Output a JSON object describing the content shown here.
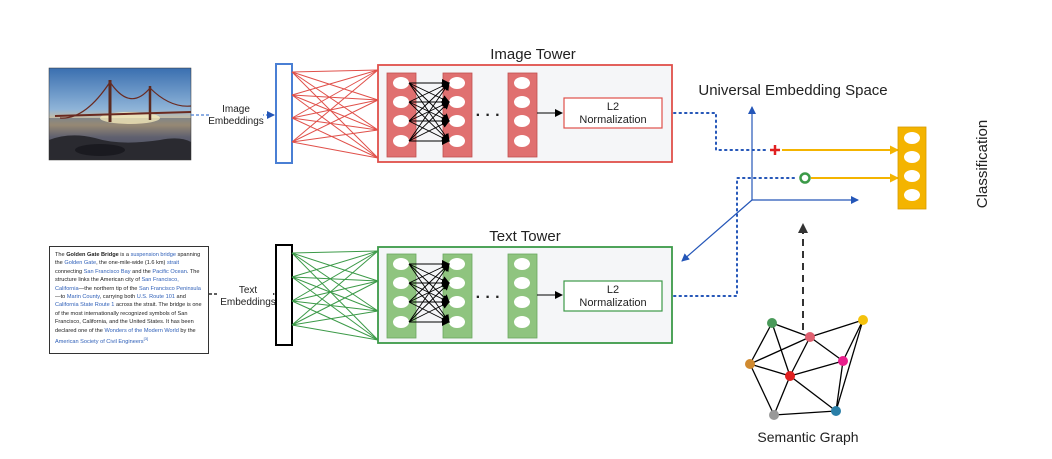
{
  "labels": {
    "image_tower": "Image Tower",
    "text_tower": "Text Tower",
    "universal_space": "Universal Embedding Space",
    "classification": "Classification",
    "semantic_graph": "Semantic Graph",
    "image_embeddings_1": "Image",
    "image_embeddings_2": "Embeddings",
    "text_embeddings_1": "Text",
    "text_embeddings_2": "Embeddings",
    "l2_line1": "L2",
    "l2_line2": "Normalization",
    "ellipsis": "· · ·"
  },
  "wiki_text": {
    "s1": "The ",
    "title": "Golden Gate Bridge",
    "s2": " is a ",
    "l1": "suspension bridge",
    "s3": " spanning the ",
    "l2": "Golden Gate",
    "s4": ", the one-mile-wide (1.6 km) ",
    "l3": "strait",
    "s5": " connecting ",
    "l4": "San Francisco Bay",
    "s6": " and the ",
    "l5": "Pacific Ocean",
    "s7": ". The structure links the American city of ",
    "l6": "San Francisco, California",
    "s8": "—the northern tip of the ",
    "l7": "San Francisco Peninsula",
    "s9": "—to ",
    "l8": "Marin County",
    "s10": ", carrying both ",
    "l9": "U.S. Route 101",
    "s11": " and ",
    "l10": "California State Route 1",
    "s12": " across the strait. The bridge is one of the most internationally recognized symbols of San Francisco, California, and the United States. It has been declared one of the ",
    "l11": "Wonders of the Modern World",
    "s13": " by the ",
    "l12": "American Society of Civil Engineers",
    "ref": "[3]"
  },
  "colors": {
    "image_red": "#e0504a",
    "image_red_fill": "#e07070",
    "text_green": "#3c9a48",
    "text_green_fill": "#8fc47f",
    "embedding_blue": "#4a7fd4",
    "arrow_blue": "#2456b8",
    "yellow": "#f4b400",
    "panel_fill": "#f5f6f8"
  },
  "graph_nodes": [
    {
      "id": "n1",
      "color": "#4a9a5a"
    },
    {
      "id": "n2",
      "color": "#e06070"
    },
    {
      "id": "n3",
      "color": "#f4c20d"
    },
    {
      "id": "n4",
      "color": "#e91e8c"
    },
    {
      "id": "n5",
      "color": "#d08a30"
    },
    {
      "id": "n6",
      "color": "#e02020"
    },
    {
      "id": "n7",
      "color": "#999999"
    },
    {
      "id": "n8",
      "color": "#2a7fa8"
    }
  ]
}
